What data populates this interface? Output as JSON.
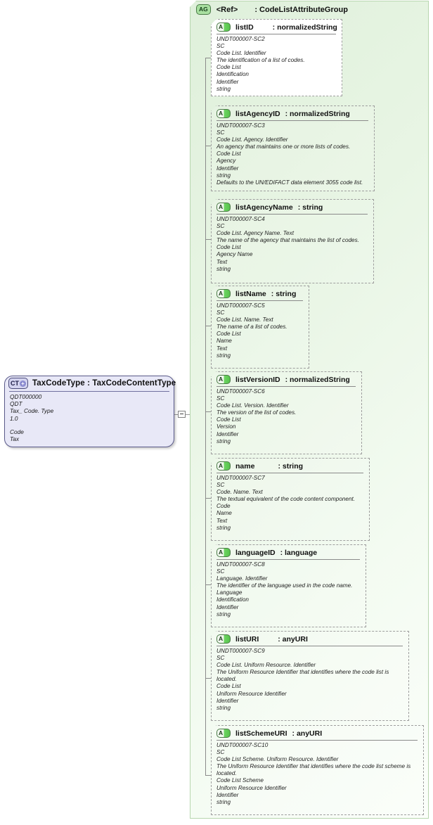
{
  "diagram": {
    "kind": "xsd-schema-diagram",
    "colors": {
      "root_box_fill": "#e8e8f7",
      "root_box_border": "#5a5a8a",
      "group_fill": "#dff0db",
      "group_border": "#b7d6ae",
      "attr_badge_green": "#57c44c",
      "attr_box_border": "#9e9e9e"
    }
  },
  "root_type": {
    "badge": "CT",
    "badge_expand": "+",
    "title": "TaxCodeType : TaxCodeContentType",
    "annotations": [
      "QDT000000",
      "QDT",
      "Tax_ Code. Type",
      "1.0",
      "",
      "Code",
      "Tax"
    ]
  },
  "attribute_group": {
    "badge": "AG",
    "ref_label": "<Ref>",
    "type_label": ": CodeListAttributeGroup",
    "attributes": [
      {
        "badge": "A",
        "name": "listID",
        "type": ": normalizedString",
        "annotations": [
          "UNDT000007-SC2",
          "SC",
          "Code List. Identifier",
          "The identification of a list of codes.",
          "Code List",
          "Identification",
          "Identifier",
          "string"
        ]
      },
      {
        "badge": "A",
        "name": "listAgencyID",
        "type": ": normalizedString",
        "annotations": [
          "UNDT000007-SC3",
          "SC",
          "Code List. Agency. Identifier",
          "An agency that maintains one or more lists of codes.",
          "Code List",
          "Agency",
          "Identifier",
          "string",
          "Defaults to the UN/EDIFACT data element 3055 code list."
        ]
      },
      {
        "badge": "A",
        "name": "listAgencyName",
        "type": ": string",
        "annotations": [
          "UNDT000007-SC4",
          "SC",
          "Code List. Agency Name. Text",
          "The name of the agency that maintains the list of codes.",
          "Code List",
          "Agency Name",
          "Text",
          "string"
        ]
      },
      {
        "badge": "A",
        "name": "listName",
        "type": ": string",
        "annotations": [
          "UNDT000007-SC5",
          "SC",
          "Code List. Name. Text",
          "The name of a list of codes.",
          "Code List",
          "Name",
          "Text",
          "string"
        ]
      },
      {
        "badge": "A",
        "name": "listVersionID",
        "type": ": normalizedString",
        "annotations": [
          "UNDT000007-SC6",
          "SC",
          "Code List. Version. Identifier",
          "The version of the list of codes.",
          "Code List",
          "Version",
          "Identifier",
          "string"
        ]
      },
      {
        "badge": "A",
        "name": "name",
        "type": ": string",
        "annotations": [
          "UNDT000007-SC7",
          "SC",
          "Code. Name. Text",
          "The textual equivalent of the code content component.",
          "Code",
          "Name",
          "Text",
          "string"
        ]
      },
      {
        "badge": "A",
        "name": "languageID",
        "type": ": language",
        "annotations": [
          "UNDT000007-SC8",
          "SC",
          "Language. Identifier",
          "The identifier of the language used in the code name.",
          "Language",
          "Identification",
          "Identifier",
          "string"
        ]
      },
      {
        "badge": "A",
        "name": "listURI",
        "type": ": anyURI",
        "annotations": [
          "UNDT000007-SC9",
          "SC",
          "Code List. Uniform Resource. Identifier",
          "The Uniform Resource Identifier that identifies where the code list is located.",
          "Code List",
          "Uniform Resource Identifier",
          "Identifier",
          "string"
        ]
      },
      {
        "badge": "A",
        "name": "listSchemeURI",
        "type": ": anyURI",
        "annotations": [
          "UNDT000007-SC10",
          "SC",
          "Code List Scheme. Uniform Resource. Identifier",
          "The Uniform Resource Identifier that identifies where the code list scheme is located.",
          "Code List Scheme",
          "Uniform Resource Identifier",
          "Identifier",
          "string"
        ]
      }
    ]
  }
}
